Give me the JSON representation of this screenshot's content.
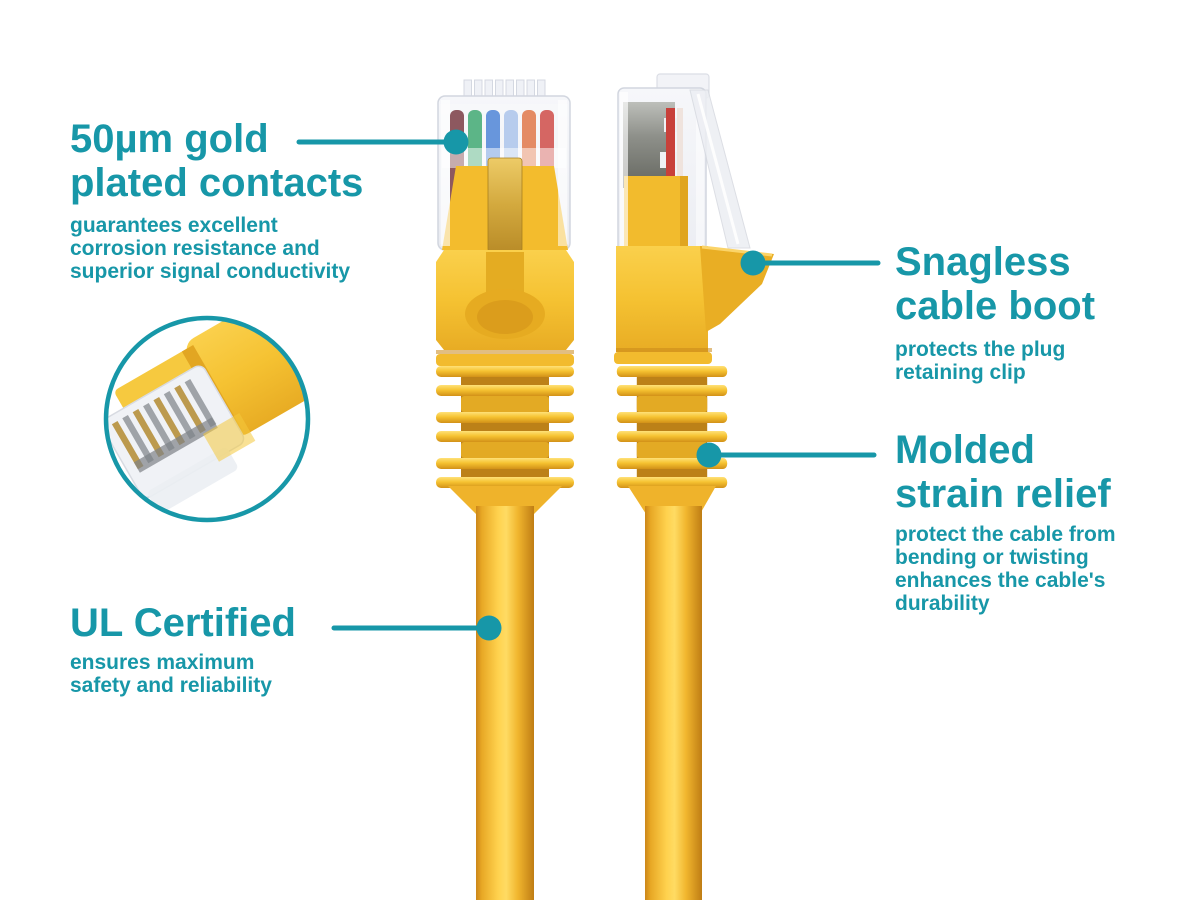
{
  "colors": {
    "teal": "#1797A8",
    "yellow": "#F6C333",
    "gold": "#CFA640"
  },
  "callouts": {
    "gold_contacts": {
      "title": "50µm gold\nplated contacts",
      "description": "guarantees excellent\ncorrosion resistance and\nsuperior signal conductivity"
    },
    "snagless_boot": {
      "title": "Snagless\ncable boot",
      "description": "protects the plug\nretaining clip"
    },
    "strain_relief": {
      "title": "Molded\nstrain relief",
      "description": "protect the cable from\nbending or twisting\nenhances the cable's\ndurability"
    },
    "ul_certified": {
      "title": "UL Certified",
      "description": "ensures maximum\nsafety and reliability"
    }
  },
  "graphics": {
    "front_plug": "rj45-plug-front-view",
    "side_plug": "rj45-plug-side-view",
    "inset": "gold-contacts-closeup"
  }
}
